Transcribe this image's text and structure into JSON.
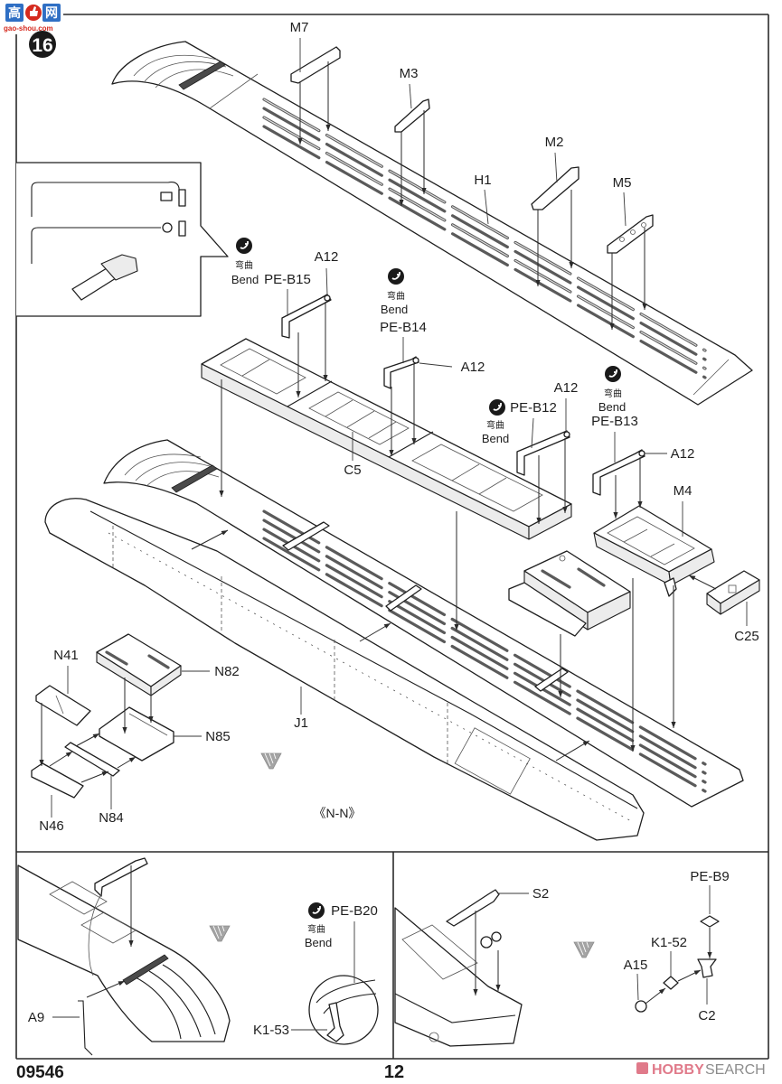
{
  "header": {
    "logo": {
      "char_left": "高",
      "char_right": "网",
      "site": "gao-shou.com",
      "icon": "thumbs-up-icon"
    },
    "step_number": "16"
  },
  "main_panel": {
    "callouts": [
      {
        "part": "M7"
      },
      {
        "part": "M3"
      },
      {
        "part": "M2"
      },
      {
        "part": "H1"
      },
      {
        "part": "M5"
      },
      {
        "part": "A12"
      },
      {
        "part": "PE-B15"
      },
      {
        "part": "PE-B14"
      },
      {
        "part": "A12"
      },
      {
        "part": "A12"
      },
      {
        "part": "PE-B12"
      },
      {
        "part": "PE-B13"
      },
      {
        "part": "A12"
      },
      {
        "part": "C5"
      },
      {
        "part": "M4"
      },
      {
        "part": "C25"
      },
      {
        "part": "N41"
      },
      {
        "part": "N82"
      },
      {
        "part": "J1"
      },
      {
        "part": "N85"
      },
      {
        "part": "N84"
      },
      {
        "part": "N46"
      }
    ],
    "bend_notes": [
      {
        "icon": "bend-icon",
        "cn": "弯曲",
        "en": "Bend",
        "applies_to": "PE-B15"
      },
      {
        "icon": "bend-icon",
        "cn": "弯曲",
        "en": "Bend",
        "applies_to": "PE-B14"
      },
      {
        "icon": "bend-icon",
        "cn": "弯曲",
        "en": "Bend",
        "applies_to": "PE-B12"
      },
      {
        "icon": "bend-icon",
        "cn": "弯曲",
        "en": "Bend",
        "applies_to": "PE-B13"
      }
    ],
    "view_label": "《N-N》",
    "inset": {
      "description": "bent wire and fitting detail"
    }
  },
  "detail_left": {
    "callouts": [
      {
        "part": "PE-B20"
      },
      {
        "part": "A9"
      },
      {
        "part": "K1-53"
      }
    ],
    "bend_note": {
      "icon": "bend-icon",
      "cn": "弯曲",
      "en": "Bend",
      "applies_to": "PE-B20"
    }
  },
  "detail_right": {
    "callouts": [
      {
        "part": "S2"
      },
      {
        "part": "PE-B9"
      },
      {
        "part": "K1-52"
      },
      {
        "part": "A15"
      },
      {
        "part": "C2"
      }
    ]
  },
  "icons": {
    "view_direction": "view-direction-arrow-icon",
    "bend": "bend-icon"
  },
  "footer": {
    "kit_number": "09546",
    "page_number": "12",
    "watermark": {
      "brand_a": "HOBBY",
      "brand_b": "SEARCH",
      "icon": "hobby-search-logo-icon"
    }
  },
  "colors": {
    "linework": "#1e1e1e",
    "step_badge": "#1a1a1a",
    "logo_blue": "#2f6fc4",
    "logo_red": "#d52a1e",
    "watermark_pink": "#e07a8a",
    "watermark_gray": "#8c8c8c",
    "view_arrow_gray": "#a4a4a4"
  }
}
